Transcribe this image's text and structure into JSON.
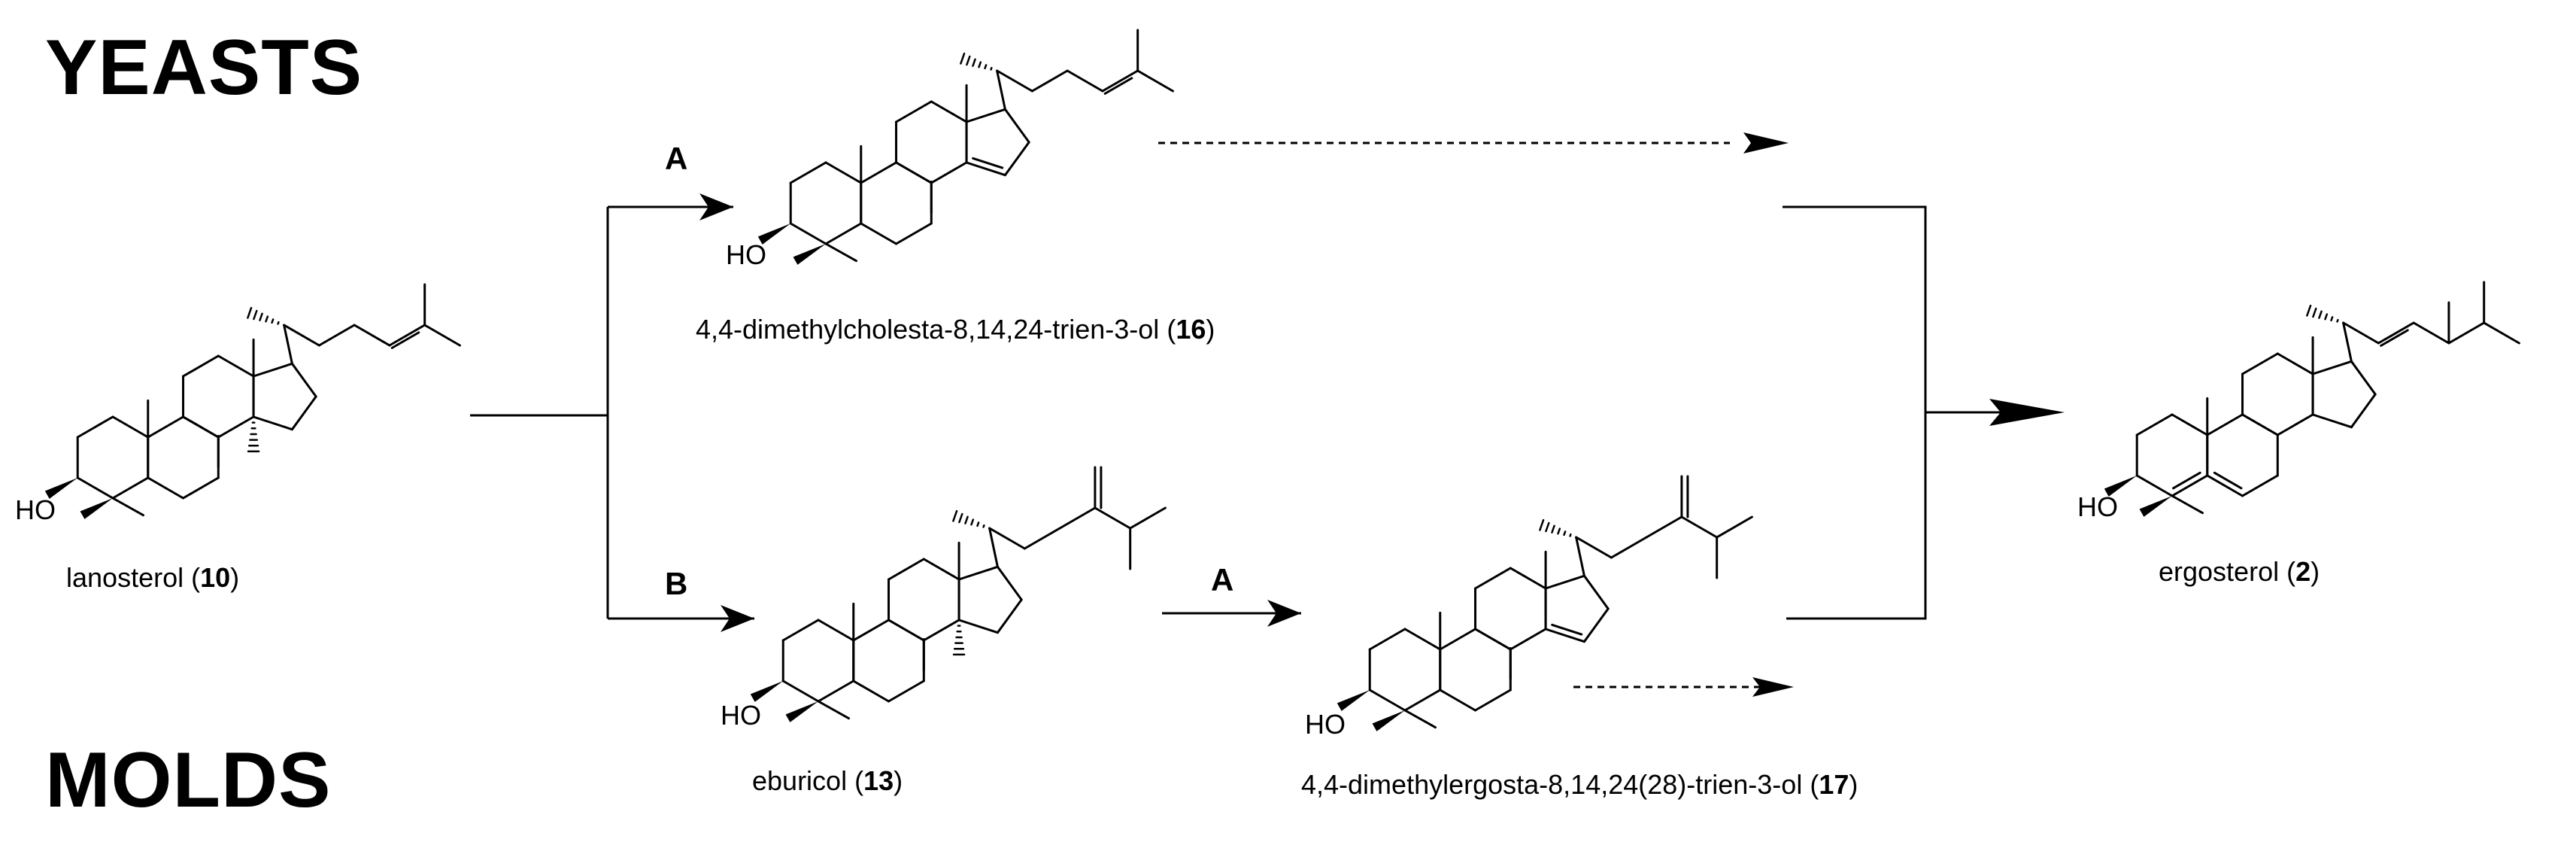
{
  "headings": {
    "yeasts": "YEASTS",
    "molds": "MOLDS"
  },
  "route_labels": {
    "upper_a": "A",
    "lower_b": "B",
    "lower_a": "A"
  },
  "compounds": [
    {
      "id": "lanosterol",
      "name": "lanosterol",
      "number": "10",
      "hydroxyl": "HO"
    },
    {
      "id": "c16",
      "name": "4,4-dimethylcholesta-8,14,24-trien-3-ol",
      "number": "16",
      "hydroxyl": "HO"
    },
    {
      "id": "eburicol",
      "name": "eburicol",
      "number": "13",
      "hydroxyl": "HO"
    },
    {
      "id": "c17",
      "name": "4,4-dimethylergosta-8,14,24(28)-trien-3-ol",
      "number": "17",
      "hydroxyl": "HO"
    },
    {
      "id": "ergosterol",
      "name": "ergosterol",
      "number": "2",
      "hydroxyl": "HO"
    }
  ],
  "colors": {
    "ink": "#000000",
    "background": "#ffffff"
  }
}
